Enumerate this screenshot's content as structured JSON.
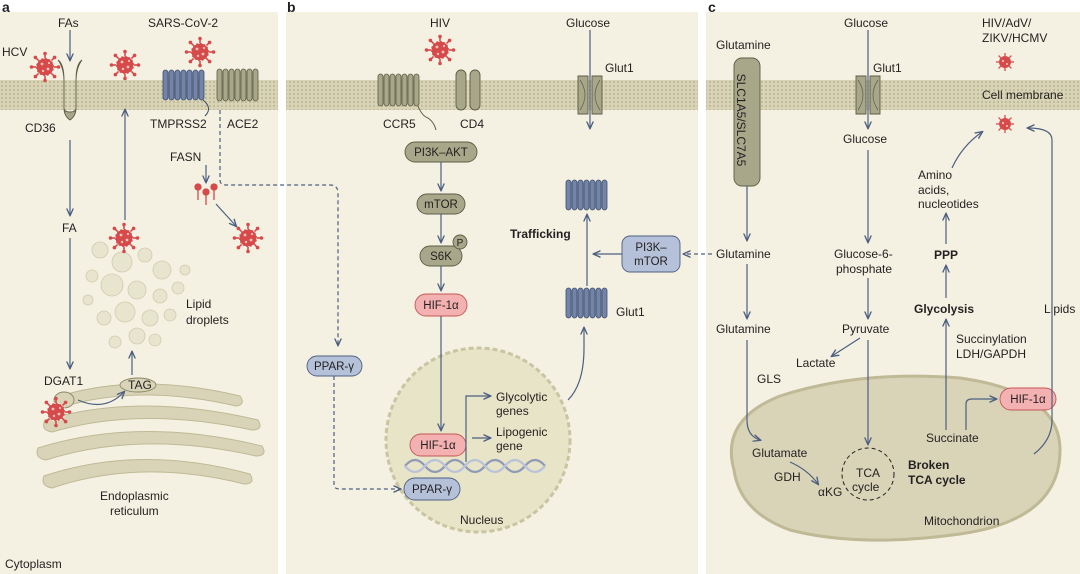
{
  "panels": {
    "a": {
      "letter": "a",
      "fas": "FAs",
      "hcv": "HCV",
      "sars": "SARS-CoV-2",
      "cd36": "CD36",
      "tmprss2": "TMPRSS2",
      "ace2": "ACE2",
      "fasn": "FASN",
      "fa": "FA",
      "lipid1": "Lipid",
      "lipid2": "droplets",
      "dgat1": "DGAT1",
      "tag": "TAG",
      "er1": "Endoplasmic",
      "er2": "reticulum",
      "cytoplasm": "Cytoplasm"
    },
    "b": {
      "letter": "b",
      "hiv": "HIV",
      "glucose": "Glucose",
      "glut1_top": "Glut1",
      "ccr5": "CCR5",
      "cd4": "CD4",
      "pi3k_akt": "PI3K–AKT",
      "mtor": "mTOR",
      "s6k": "S6K",
      "p": "P",
      "hif_top": "HIF-1α",
      "trafficking": "Trafficking",
      "pi3k1": "PI3K–",
      "pi3k2": "mTOR",
      "glut1_low": "Glut1",
      "ppar_left": "PPAR-γ",
      "glyco1": "Glycolytic",
      "glyco2": "genes",
      "lipo1": "Lipogenic",
      "lipo2": "gene",
      "hif_nuc": "HIF-1α",
      "ppar_nuc": "PPAR-γ",
      "nucleus": "Nucleus"
    },
    "c": {
      "letter": "c",
      "glutamine_top": "Glutamine",
      "slc": "SLC1A5/SLC7A5",
      "glucose_top": "Glucose",
      "glut1": "Glut1",
      "viruses1": "HIV/AdV/",
      "viruses2": "ZIKV/HCMV",
      "cell_membrane": "Cell membrane",
      "glucose_mid": "Glucose",
      "amino1": "Amino",
      "amino2": "acids,",
      "amino3": "nucleotides",
      "ppp": "PPP",
      "glutamine_mid": "Glutamine",
      "g6p1": "Glucose-6-",
      "g6p2": "phosphate",
      "glycolysis": "Glycolysis",
      "lipids": "Lipids",
      "glutamine_low": "Glutamine",
      "pyruvate": "Pyruvate",
      "lactate": "Lactate",
      "succ1": "Succinylation",
      "succ2": "LDH/GAPDH",
      "gls": "GLS",
      "hif": "HIF-1α",
      "glutamate": "Glutamate",
      "succinate": "Succinate",
      "gdh": "GDH",
      "akg": "αKG",
      "tca1": "TCA",
      "tca2": "cycle",
      "broken1": "Broken",
      "broken2": "TCA cycle",
      "mito": "Mitochondrion"
    }
  },
  "colors": {
    "membrane": "#d9d4b8",
    "cytoplasm": "#f4f1e2",
    "receptor_olive": "#a8a78a",
    "receptor_blue": "#7285a8",
    "hif_pink": "#f4b1b1",
    "ppar_blue": "#b5c1d8",
    "virus_red": "#d74a4a",
    "arrow": "#4d5f80"
  }
}
